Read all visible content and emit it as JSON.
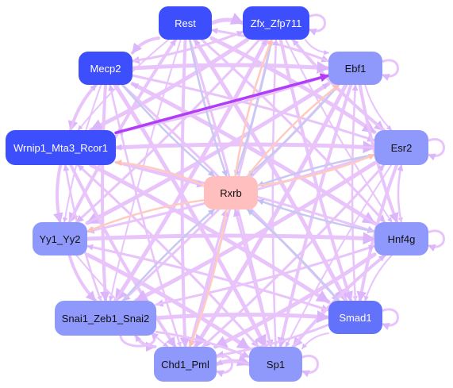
{
  "colors": {
    "dark": "#3d4efc",
    "mid": "#6272fa",
    "light": "#8f98fb",
    "center": "#ffbfbf",
    "edge": "#e8c4fb",
    "edge_blue": "#c8c8f2",
    "edge_peach": "#ffcbbf",
    "edge_highlight": "#b13df7"
  },
  "nodes": [
    {
      "id": "rest",
      "label": "Rest",
      "style": "dark"
    },
    {
      "id": "zfx",
      "label": "Zfx_Zfp711",
      "style": "dark"
    },
    {
      "id": "mecp2",
      "label": "Mecp2",
      "style": "dark"
    },
    {
      "id": "ebf1",
      "label": "Ebf1",
      "style": "light"
    },
    {
      "id": "wrnip1",
      "label": "Wrnip1_Mta3_Rcor1",
      "style": "dark"
    },
    {
      "id": "esr2",
      "label": "Esr2",
      "style": "light"
    },
    {
      "id": "rxrb",
      "label": "Rxrb",
      "style": "center"
    },
    {
      "id": "yy1",
      "label": "Yy1_Yy2",
      "style": "light"
    },
    {
      "id": "hnf4g",
      "label": "Hnf4g",
      "style": "light"
    },
    {
      "id": "snai1",
      "label": "Snai1_Zeb1_Snai2",
      "style": "light"
    },
    {
      "id": "smad1",
      "label": "Smad1",
      "style": "mid"
    },
    {
      "id": "chd1",
      "label": "Chd1_Pml",
      "style": "light"
    },
    {
      "id": "sp1",
      "label": "Sp1",
      "style": "light"
    }
  ]
}
